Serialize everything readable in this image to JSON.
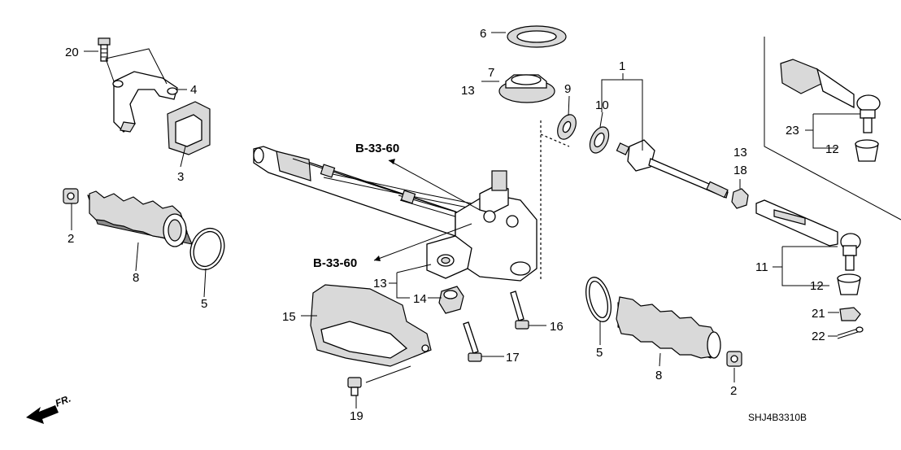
{
  "labels": {
    "p1": "1",
    "p2a": "2",
    "p2b": "2",
    "p3": "3",
    "p4": "4",
    "p5a": "5",
    "p5b": "5",
    "p6": "6",
    "p7": "7",
    "p8a": "8",
    "p8b": "8",
    "p9": "9",
    "p10": "10",
    "p11": "11",
    "p12a": "12",
    "p12b": "12",
    "p13a": "13",
    "p13b": "13",
    "p13c": "13",
    "p14": "14",
    "p15": "15",
    "p16": "16",
    "p17": "17",
    "p18": "18",
    "p19": "19",
    "p20": "20",
    "p21": "21",
    "p22": "22",
    "p23": "23"
  },
  "references": {
    "upper": "B-33-60",
    "lower": "B-33-60"
  },
  "front_marker": "FR.",
  "diagram_code": "SHJ4B3310B"
}
